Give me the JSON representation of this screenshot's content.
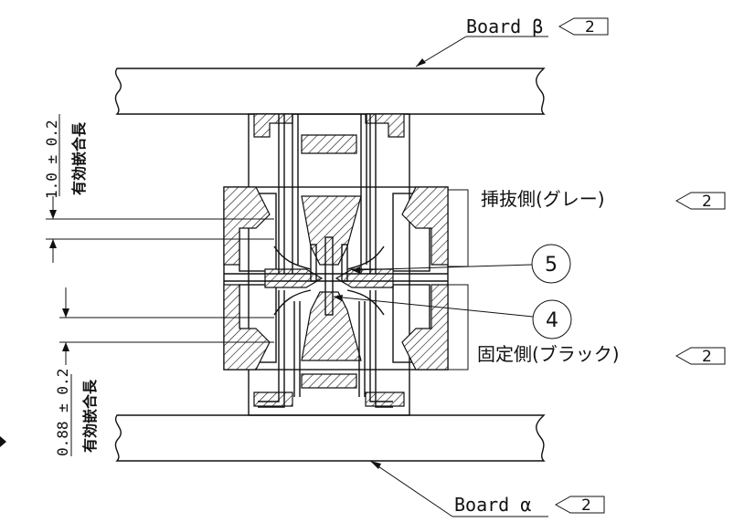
{
  "boards": {
    "beta": {
      "label": "Board β",
      "rev": "2"
    },
    "alpha": {
      "label": "Board α",
      "rev": "2"
    }
  },
  "sides": {
    "insert": {
      "label": "挿抜側(グレー)",
      "rev": "2"
    },
    "fixed": {
      "label": "固定側(ブラック)",
      "rev": "2"
    }
  },
  "callouts": {
    "five": "5",
    "four": "4"
  },
  "dimensions": {
    "upper": {
      "value": "1.0 ± 0.2",
      "caption": "有効嵌合長"
    },
    "lower": {
      "value": "0.88 ± 0.2",
      "caption": "有効嵌合長"
    }
  }
}
